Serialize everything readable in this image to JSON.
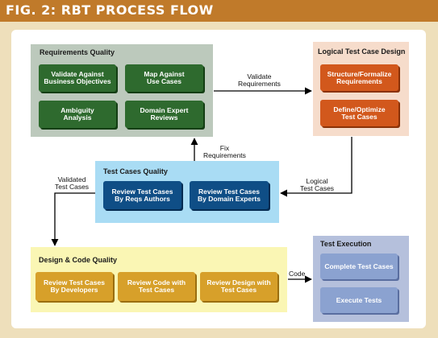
{
  "header": {
    "title": "FIG. 2: RBT PROCESS FLOW"
  },
  "colors": {
    "header": "#c07a2a",
    "background": "#eedfbb",
    "requirements_quality": "#bcc9bc",
    "logical_design": "#f6dccb",
    "test_cases_quality": "#a9dcf4",
    "design_code_quality": "#faf6b4",
    "test_execution": "#b5c0dc"
  },
  "regions": {
    "requirements_quality": {
      "title": "Requirements Quality",
      "buttons": [
        [
          "Validate Against",
          "Business Objectives"
        ],
        [
          "Map Against",
          "Use Cases"
        ],
        [
          "Ambiguity",
          "Analysis"
        ],
        [
          "Domain Expert",
          "Reviews"
        ]
      ]
    },
    "logical_design": {
      "title": "Logical Test Case Design",
      "buttons": [
        [
          "Structure/Formalize",
          "Requirements"
        ],
        [
          "Define/Optimize",
          "Test Cases"
        ]
      ]
    },
    "test_cases_quality": {
      "title": "Test Cases Quality",
      "buttons": [
        [
          "Review Test Cases",
          "By Reqs Authors"
        ],
        [
          "Review Test Cases",
          "By Domain Experts"
        ]
      ]
    },
    "design_code_quality": {
      "title": "Design & Code Quality",
      "buttons": [
        [
          "Review Test Cases",
          "By Developers"
        ],
        [
          "Review Code with",
          "Test Cases"
        ],
        [
          "Review Design with",
          "Test Cases"
        ]
      ]
    },
    "test_execution": {
      "title": "Test Execution",
      "buttons": [
        [
          "Complete Test Cases"
        ],
        [
          "Execute Tests"
        ]
      ]
    }
  },
  "arrows": {
    "validate_requirements": [
      "Validate",
      "Requirements"
    ],
    "fix_requirements": [
      "Fix",
      "Requirements"
    ],
    "logical_test_cases": [
      "Logical",
      "Test Cases"
    ],
    "validated_test_cases": [
      "Validated",
      "Test Cases"
    ],
    "code": [
      "Code"
    ]
  }
}
